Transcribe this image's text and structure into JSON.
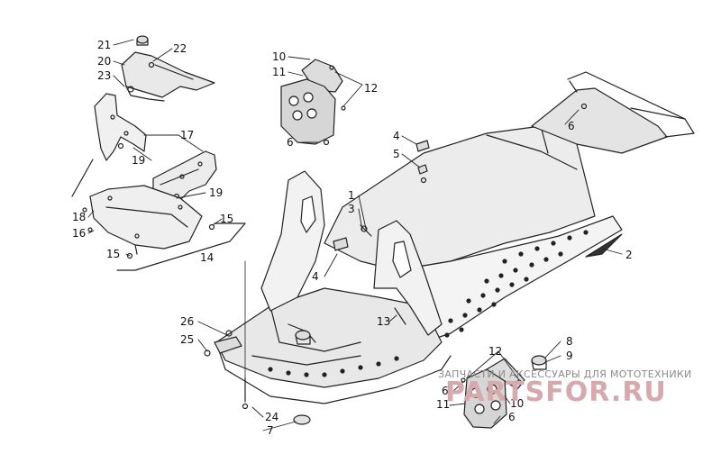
{
  "labels": [
    {
      "id": "l21",
      "text": "21"
    },
    {
      "id": "l20",
      "text": "20"
    },
    {
      "id": "l23",
      "text": "23"
    },
    {
      "id": "l22",
      "text": "22"
    },
    {
      "id": "l19a",
      "text": "19"
    },
    {
      "id": "l17",
      "text": "17"
    },
    {
      "id": "l19b",
      "text": "19"
    },
    {
      "id": "l18",
      "text": "18"
    },
    {
      "id": "l16",
      "text": "16"
    },
    {
      "id": "l15a",
      "text": "15"
    },
    {
      "id": "l15b",
      "text": "15"
    },
    {
      "id": "l14",
      "text": "14"
    },
    {
      "id": "l10a",
      "text": "10"
    },
    {
      "id": "l11a",
      "text": "11"
    },
    {
      "id": "l12a",
      "text": "12"
    },
    {
      "id": "l6a",
      "text": "6"
    },
    {
      "id": "l4a",
      "text": "4"
    },
    {
      "id": "l5",
      "text": "5"
    },
    {
      "id": "l6b",
      "text": "6"
    },
    {
      "id": "l1",
      "text": "1"
    },
    {
      "id": "l3",
      "text": "3"
    },
    {
      "id": "l4b",
      "text": "4"
    },
    {
      "id": "l2",
      "text": "2"
    },
    {
      "id": "l13",
      "text": "13"
    },
    {
      "id": "l26",
      "text": "26"
    },
    {
      "id": "l25",
      "text": "25"
    },
    {
      "id": "l24",
      "text": "24"
    },
    {
      "id": "l7",
      "text": "7"
    },
    {
      "id": "l8",
      "text": "8"
    },
    {
      "id": "l9",
      "text": "9"
    },
    {
      "id": "l12b",
      "text": "12"
    },
    {
      "id": "l6c",
      "text": "6"
    },
    {
      "id": "l10b",
      "text": "10"
    },
    {
      "id": "l11b",
      "text": "11"
    },
    {
      "id": "l6d",
      "text": "6"
    }
  ],
  "watermark": {
    "tagline": "ЗАПЧАСТИ И АКСЕССУАРЫ ДЛЯ МОТОТЕХНИКИ",
    "logo": "PARTSFOR.RU",
    "logo_color": "#d8a9ac"
  }
}
